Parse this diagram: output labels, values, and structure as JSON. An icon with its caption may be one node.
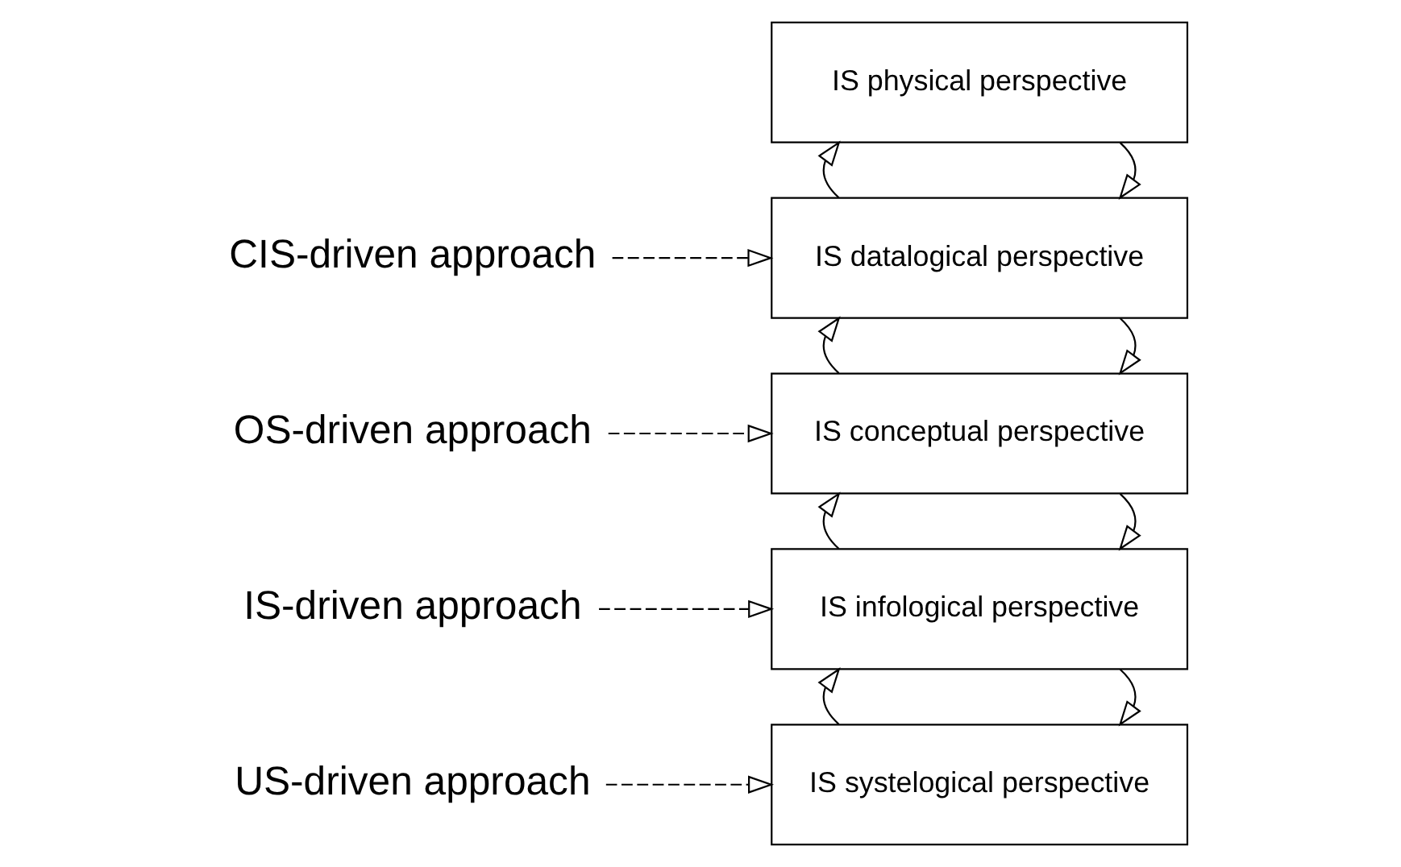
{
  "diagram": {
    "nodes": [
      {
        "text": [
          "US-driven approach"
        ]
      },
      {
        "text": [
          "IS systelogical perspective"
        ]
      },
      {
        "text": [
          "IS-driven approach"
        ]
      },
      {
        "text": [
          "IS infological perspective"
        ]
      },
      {
        "text": [
          "OS-driven approach"
        ]
      },
      {
        "text": [
          "IS conceptual perspective"
        ]
      },
      {
        "text": [
          "CIS-driven approach"
        ]
      },
      {
        "text": [
          "IS datalogical perspective"
        ]
      },
      {
        "text": [
          "IS physical perspective"
        ]
      }
    ],
    "edges": [
      {
        "from": 0,
        "to": 1,
        "arrow": "to",
        "style": "dashed"
      },
      {
        "from": 3,
        "to": 1,
        "arrow": "to"
      },
      {
        "from": 1,
        "to": 3,
        "arrow": "to"
      },
      {
        "from": 2,
        "to": 3,
        "arrow": "to",
        "style": "dashed"
      },
      {
        "from": 5,
        "to": 3,
        "arrow": "to"
      },
      {
        "from": 3,
        "to": 5,
        "arrow": "to"
      },
      {
        "from": 4,
        "to": 5,
        "arrow": "to",
        "style": "dashed"
      },
      {
        "from": 7,
        "to": 5,
        "arrow": "to"
      },
      {
        "from": 5,
        "to": 7,
        "arrow": "to"
      },
      {
        "from": 6,
        "to": 7,
        "arrow": "to",
        "style": "dashed"
      },
      {
        "from": 8,
        "to": 7,
        "arrow": "to"
      },
      {
        "from": 7,
        "to": 8,
        "arrow": "to"
      }
    ]
  }
}
